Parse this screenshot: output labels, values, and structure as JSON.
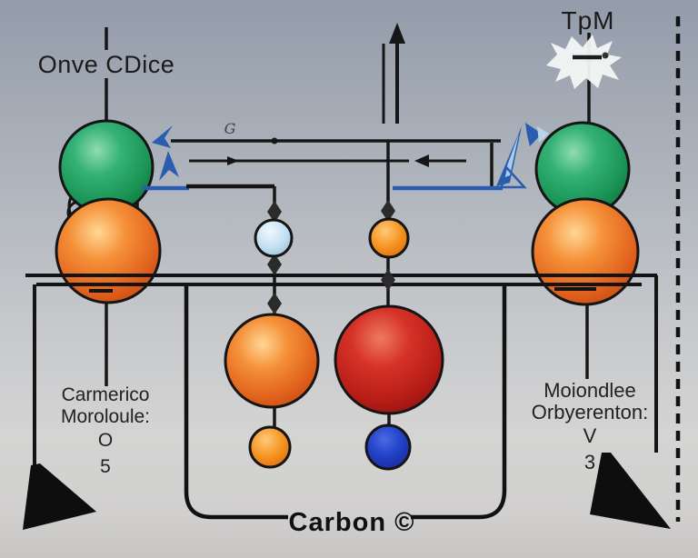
{
  "diagram": {
    "kind": "ai-generated pseudo molecular-orbital energy diagram",
    "labels": {
      "top_left": "Onve CDice",
      "top_right": "TpM",
      "mid_glyph": "G",
      "bottom": "Carbon ©",
      "left_column": {
        "line1": "Carmerico",
        "line2": "Moroloule:",
        "line3": "O",
        "line4": "5"
      },
      "right_column": {
        "line1": "Moiondlee",
        "line2": "Orbyerenton:",
        "line3": "V",
        "line4": "3"
      }
    },
    "figures": {
      "spheres": [
        {
          "name": "left-green-sphere",
          "color": "#1fa05f"
        },
        {
          "name": "left-orange-sphere",
          "color": "#e8731f"
        },
        {
          "name": "right-green-sphere",
          "color": "#1fa05f"
        },
        {
          "name": "right-orange-sphere",
          "color": "#e8731f"
        },
        {
          "name": "mid-lightblue-circle",
          "color": "#cfe6f5"
        },
        {
          "name": "mid-orange-circle",
          "color": "#f5921d"
        },
        {
          "name": "big-orange-sphere",
          "color": "#f08025"
        },
        {
          "name": "big-red-sphere",
          "color": "#c3201a"
        },
        {
          "name": "small-orange-sphere",
          "color": "#f5921d"
        },
        {
          "name": "small-blue-sphere",
          "color": "#1f3fc4"
        }
      ],
      "accents": {
        "line_color": "#161616",
        "blue_arrow_color": "#2a5cb0",
        "blue_arrow_light": "#aecbe9",
        "starburst_color": "#f4f5f6",
        "background_top": "#929caa",
        "background_bottom": "#c7c6c5"
      }
    }
  }
}
